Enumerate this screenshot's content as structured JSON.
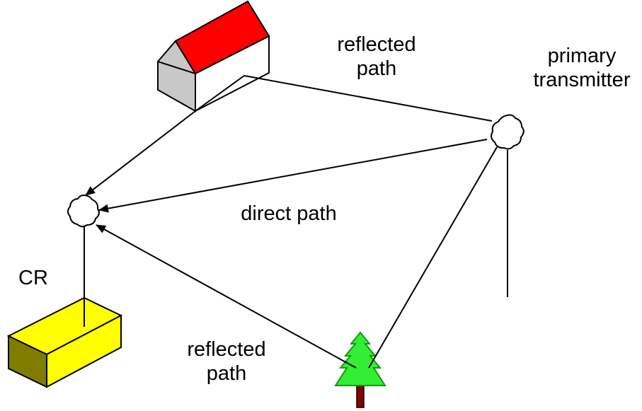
{
  "labels": {
    "top_reflected": [
      "reflected",
      "path"
    ],
    "transmitter": [
      "primary",
      "transmitter"
    ],
    "direct": "direct path",
    "cr": "CR",
    "bottom_reflected": [
      "reflected",
      "path"
    ]
  },
  "colors": {
    "roof": "#ff0000",
    "house_side": "#c8c8c8",
    "box_top": "#ffff00",
    "box_side": "#807c00",
    "tree": "#33ee33",
    "trunk": "#880000",
    "line": "#000000"
  }
}
